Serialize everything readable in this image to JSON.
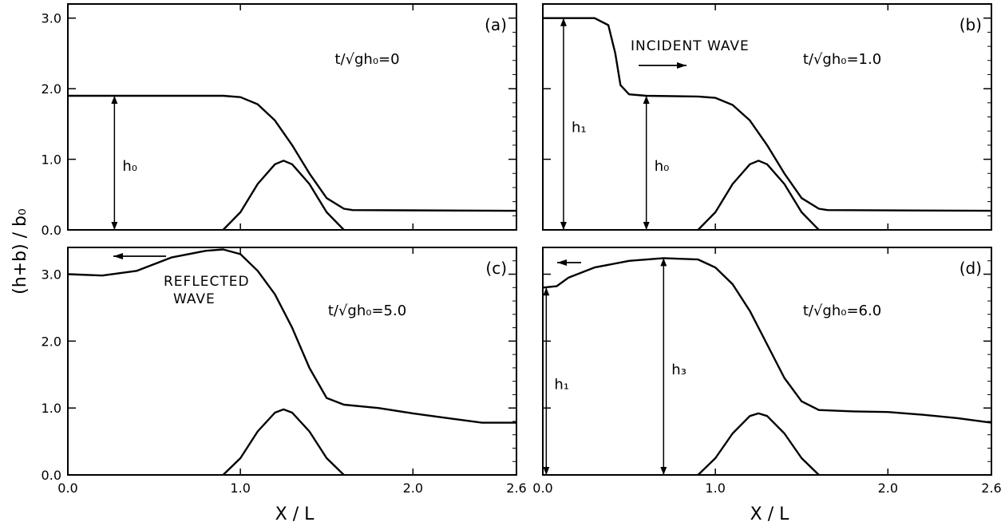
{
  "figure": {
    "ylabel": "(h+b) / b₀",
    "xlabel": "X / L"
  },
  "chart_data": [
    {
      "type": "line",
      "panel_label": "(a)",
      "time_label": "t/√gh₀=0",
      "xlim": [
        0.0,
        2.6
      ],
      "ylim": [
        0.0,
        3.2
      ],
      "x_ticks": [],
      "y_ticks": [
        "0.0",
        "1.0",
        "2.0",
        "3.0"
      ],
      "series": [
        {
          "x": [
            0.0,
            0.9,
            1.0,
            1.1,
            1.2,
            1.3,
            1.4,
            1.5,
            1.6,
            1.65,
            2.6
          ],
          "y": [
            1.9,
            1.9,
            1.88,
            1.78,
            1.55,
            1.2,
            0.8,
            0.45,
            0.3,
            0.28,
            0.27
          ]
        },
        {
          "x": [
            0.9,
            1.0,
            1.1,
            1.2,
            1.25,
            1.3,
            1.4,
            1.5,
            1.6
          ],
          "y": [
            0.0,
            0.25,
            0.65,
            0.93,
            0.98,
            0.93,
            0.65,
            0.25,
            0.0
          ]
        }
      ],
      "annotations": [
        {
          "text": "h₀",
          "x": 0.27,
          "y_from": 0.0,
          "y_to": 1.9
        }
      ]
    },
    {
      "type": "line",
      "panel_label": "(b)",
      "time_label": "t/√gh₀=1.0",
      "arrow_text": "INCIDENT WAVE",
      "xlim": [
        0.0,
        2.6
      ],
      "ylim": [
        0.0,
        3.2
      ],
      "x_ticks": [],
      "y_ticks": [],
      "series": [
        {
          "x": [
            0.0,
            0.3,
            0.38,
            0.42,
            0.45,
            0.5,
            0.6,
            0.9,
            1.0,
            1.1,
            1.2,
            1.3,
            1.4,
            1.5,
            1.6,
            1.65,
            2.6
          ],
          "y": [
            3.0,
            3.0,
            2.9,
            2.5,
            2.05,
            1.92,
            1.9,
            1.89,
            1.87,
            1.77,
            1.55,
            1.2,
            0.8,
            0.45,
            0.3,
            0.28,
            0.27
          ]
        },
        {
          "x": [
            0.9,
            1.0,
            1.1,
            1.2,
            1.25,
            1.3,
            1.4,
            1.5,
            1.6
          ],
          "y": [
            0.0,
            0.25,
            0.65,
            0.93,
            0.98,
            0.93,
            0.65,
            0.25,
            0.0
          ]
        }
      ],
      "annotations": [
        {
          "text": "h₁",
          "x": 0.12,
          "y_from": 0.0,
          "y_to": 3.0
        },
        {
          "text": "h₀",
          "x": 0.6,
          "y_from": 0.0,
          "y_to": 1.9
        }
      ]
    },
    {
      "type": "line",
      "panel_label": "(c)",
      "time_label": "t/√gh₀=5.0",
      "arrow_text": "REFLECTED WAVE",
      "xlim": [
        0.0,
        2.6
      ],
      "ylim": [
        0.0,
        3.4
      ],
      "x_ticks": [
        "0.0",
        "1.0",
        "2.0",
        "2.6"
      ],
      "y_ticks": [
        "0.0",
        "1.0",
        "2.0",
        "3.0"
      ],
      "series": [
        {
          "x": [
            0.0,
            0.2,
            0.4,
            0.6,
            0.8,
            0.9,
            1.0,
            1.1,
            1.2,
            1.3,
            1.4,
            1.5,
            1.6,
            1.8,
            2.0,
            2.2,
            2.4,
            2.6
          ],
          "y": [
            3.0,
            2.98,
            3.05,
            3.25,
            3.35,
            3.37,
            3.3,
            3.05,
            2.7,
            2.2,
            1.6,
            1.15,
            1.05,
            1.0,
            0.92,
            0.85,
            0.78,
            0.78
          ]
        },
        {
          "x": [
            0.9,
            1.0,
            1.1,
            1.2,
            1.25,
            1.3,
            1.4,
            1.5,
            1.6
          ],
          "y": [
            0.0,
            0.25,
            0.65,
            0.93,
            0.98,
            0.93,
            0.65,
            0.25,
            0.0
          ]
        }
      ]
    },
    {
      "type": "line",
      "panel_label": "(d)",
      "time_label": "t/√gh₀=6.0",
      "xlim": [
        0.0,
        2.6
      ],
      "ylim": [
        0.0,
        3.4
      ],
      "x_ticks": [
        "0.0",
        "1.0",
        "2.0",
        "2.6"
      ],
      "y_ticks": [],
      "series": [
        {
          "x": [
            0.0,
            0.08,
            0.15,
            0.3,
            0.5,
            0.7,
            0.9,
            1.0,
            1.1,
            1.2,
            1.3,
            1.4,
            1.5,
            1.6,
            1.8,
            2.0,
            2.2,
            2.4,
            2.6
          ],
          "y": [
            2.8,
            2.82,
            2.95,
            3.1,
            3.2,
            3.24,
            3.22,
            3.1,
            2.85,
            2.45,
            1.95,
            1.45,
            1.1,
            0.97,
            0.95,
            0.94,
            0.9,
            0.85,
            0.78
          ]
        },
        {
          "x": [
            0.9,
            1.0,
            1.1,
            1.2,
            1.25,
            1.3,
            1.4,
            1.5,
            1.6
          ],
          "y": [
            0.0,
            0.25,
            0.62,
            0.88,
            0.92,
            0.88,
            0.62,
            0.25,
            0.0
          ]
        }
      ],
      "annotations": [
        {
          "text": "h₁",
          "x": 0.02,
          "y_from": 0.0,
          "y_to": 2.8
        },
        {
          "text": "h₃",
          "x": 0.7,
          "y_from": 0.0,
          "y_to": 3.24
        }
      ]
    }
  ]
}
